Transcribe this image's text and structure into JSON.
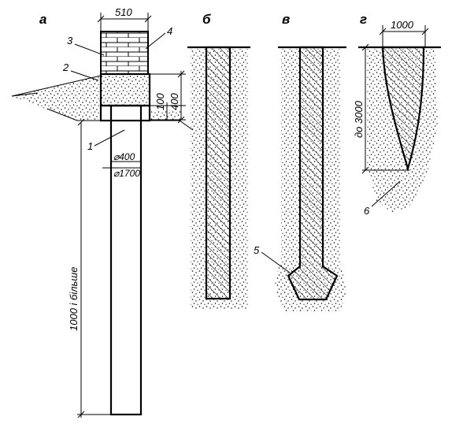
{
  "panels": {
    "a": "а",
    "b": "б",
    "v": "в",
    "g": "г"
  },
  "dimensions": {
    "width_510": "510",
    "height_400": "400",
    "height_100": "100",
    "diam_400": "⌀400",
    "diam_1700": "⌀1700",
    "depth_1000_more": "1000 і більше",
    "width_1000": "1000",
    "depth_to_3000": "до 3000"
  },
  "callouts": {
    "c1": "1",
    "c2": "2",
    "c3": "3",
    "c4": "4",
    "c5": "5",
    "c6": "6"
  }
}
